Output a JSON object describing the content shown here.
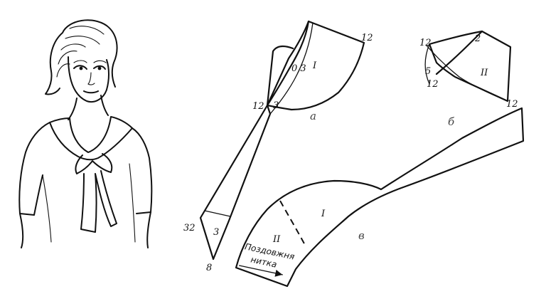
{
  "illustration": {
    "subject": "woman-with-bow-collar"
  },
  "pattern_a": {
    "label_top_right": "12",
    "label_left": "12",
    "label_measure": "0,3",
    "label_dart": "3",
    "label_part": "I",
    "label_sub": "а",
    "label_end_left": "32",
    "label_end_part": "3",
    "label_end_bottom": "8"
  },
  "pattern_b": {
    "label_top_left": "12",
    "label_top_mid": "2",
    "label_side_5": "5",
    "label_side_12": "12",
    "label_part": "II",
    "label_right": "12",
    "label_sub": "б"
  },
  "pattern_v": {
    "label_part_1": "I",
    "label_part_2": "II",
    "label_sub": "в",
    "grain_line_1": "Поздовжня",
    "grain_line_2": "нитка"
  }
}
